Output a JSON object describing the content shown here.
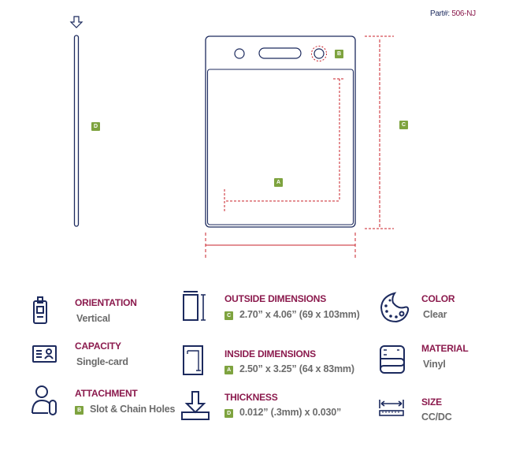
{
  "header": {
    "part_label": "Part#:",
    "part_number": "506-NJ"
  },
  "diagram": {
    "badges": {
      "thickness": "D",
      "holes": "B",
      "outside": "C",
      "inside": "A"
    }
  },
  "specs": [
    {
      "label": "ORIENTATION",
      "value": "Vertical",
      "icon": "id-badge-icon"
    },
    {
      "label": "CAPACITY",
      "value": "Single-card",
      "icon": "id-card-icon"
    },
    {
      "label": "ATTACHMENT",
      "value": "Slot & Chain Holes",
      "badge": "B",
      "icon": "person-clip-icon"
    },
    {
      "label": "OUTSIDE DIMENSIONS",
      "value": "2.70” x 4.06” (69 x 103mm)",
      "badge": "C",
      "icon": "outside-dimensions-icon"
    },
    {
      "label": "INSIDE DIMENSIONS",
      "value": "2.50” x 3.25” (64 x 83mm)",
      "badge": "A",
      "icon": "inside-dimensions-icon"
    },
    {
      "label": "THICKNESS",
      "value": "0.012” (.3mm) x 0.030”",
      "badge": "D",
      "icon": "thickness-arrow-icon"
    },
    {
      "label": "COLOR",
      "value": "Clear",
      "icon": "palette-icon"
    },
    {
      "label": "MATERIAL",
      "value": "Vinyl",
      "icon": "vinyl-roll-icon"
    },
    {
      "label": "SIZE",
      "value": "CC/DC",
      "icon": "ruler-icon"
    }
  ],
  "colors": {
    "navy": "#1c2a5e",
    "accent": "#8b1a4d",
    "badge": "#7ea33f",
    "dimension": "#c8202a",
    "text": "#6b6b6b"
  }
}
